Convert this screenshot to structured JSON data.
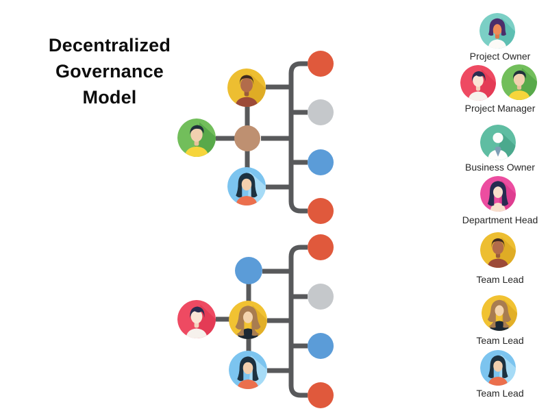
{
  "title": {
    "text": "Decentralized\nGovernance\nModel"
  },
  "palette": {
    "background": "#FFFFFF",
    "connector_line": "#58595B",
    "leaf_red": "#E0593C",
    "leaf_gray": "#C5C8CB",
    "leaf_blue": "#5B9CD8",
    "hub_brown": "#BE9071",
    "node_blue": "#5B9CD8"
  },
  "legend": {
    "items": [
      {
        "label": "Project Owner",
        "icon": "teal-woman-avatar"
      },
      {
        "label": "Project Manager",
        "icon": "pink-person-avatar, green-man-avatar"
      },
      {
        "label": "Business Owner",
        "icon": "white-silhouette-tie-avatar"
      },
      {
        "label": "Department Head",
        "icon": "pink-woman-avatar"
      },
      {
        "label": "Team Lead",
        "icon": "yellow-man-avatar"
      },
      {
        "label": "Team Lead",
        "icon": "yellow-woman-avatar"
      },
      {
        "label": "Team Lead",
        "icon": "blue-woman-avatar"
      }
    ]
  },
  "diagram": {
    "trees": [
      {
        "name": "upper team",
        "hub": "brown-circle",
        "members": [
          "yellow-man-avatar (top)",
          "green-man-avatar (left)",
          "blue-woman-avatar (bottom)"
        ],
        "leaves": [
          "red",
          "gray",
          "blue",
          "red"
        ]
      },
      {
        "name": "lower team",
        "hub": "yellow-woman-avatar",
        "members": [
          "blue-circle (top)",
          "pink-person-avatar (left)",
          "blue-woman-avatar (bottom)"
        ],
        "leaves": [
          "red",
          "gray",
          "blue",
          "red"
        ]
      }
    ]
  }
}
